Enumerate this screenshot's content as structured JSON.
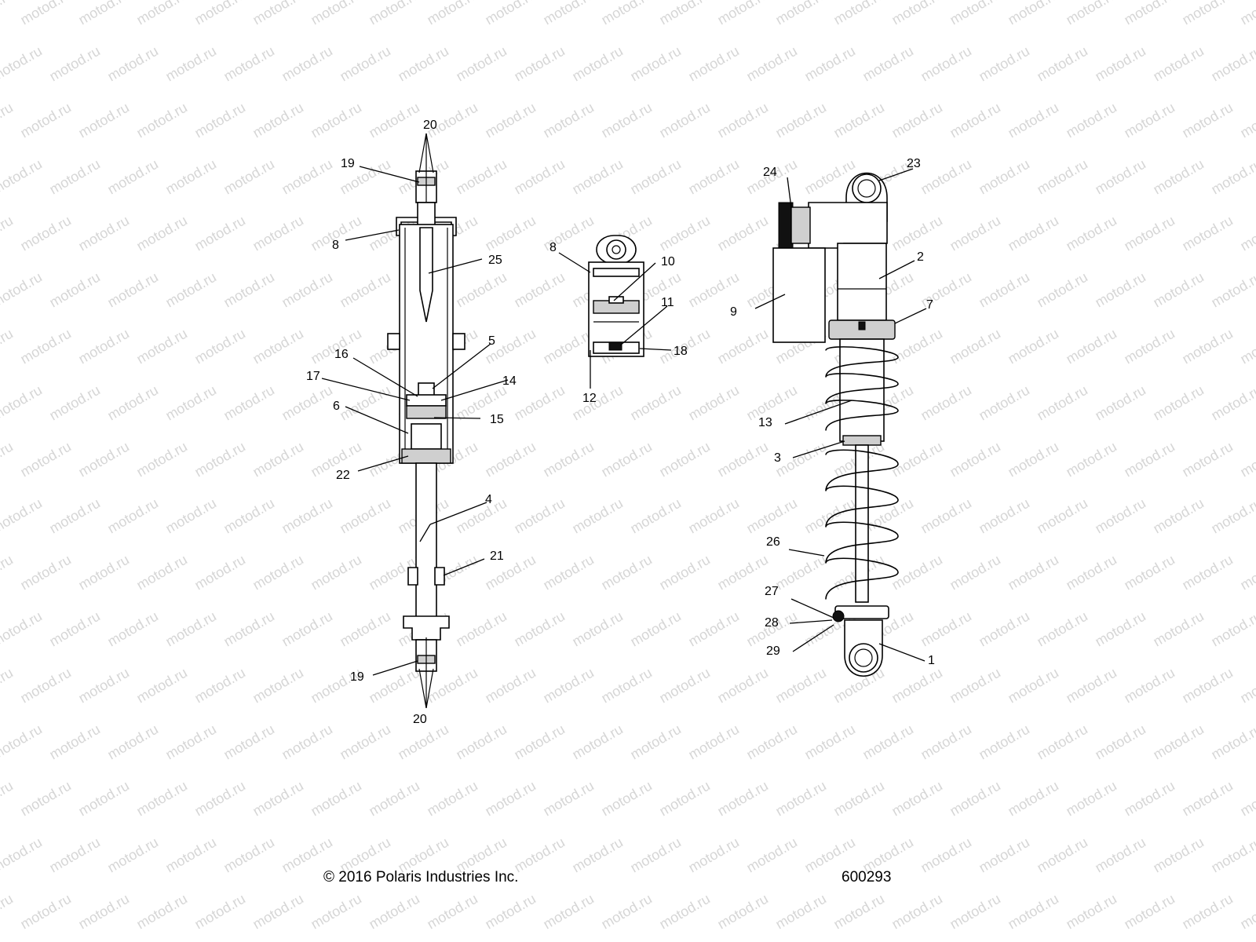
{
  "watermark_text": "motod.ru",
  "footer": {
    "copyright": "© 2016 Polaris Industries Inc.",
    "diagram_number": "600293"
  },
  "callouts": {
    "c20a": "20",
    "c19a": "19",
    "c8a": "8",
    "c25": "25",
    "c16": "16",
    "c5": "5",
    "c17": "17",
    "c14": "14",
    "c6": "6",
    "c15": "15",
    "c22": "22",
    "c4": "4",
    "c21": "21",
    "c19b": "19",
    "c20b": "20",
    "c8b": "8",
    "c10": "10",
    "c11": "11",
    "c18": "18",
    "c12": "12",
    "c24": "24",
    "c23": "23",
    "c2": "2",
    "c9": "9",
    "c7": "7",
    "c13": "13",
    "c3": "3",
    "c26": "26",
    "c27": "27",
    "c28": "28",
    "c29": "29",
    "c1": "1"
  }
}
